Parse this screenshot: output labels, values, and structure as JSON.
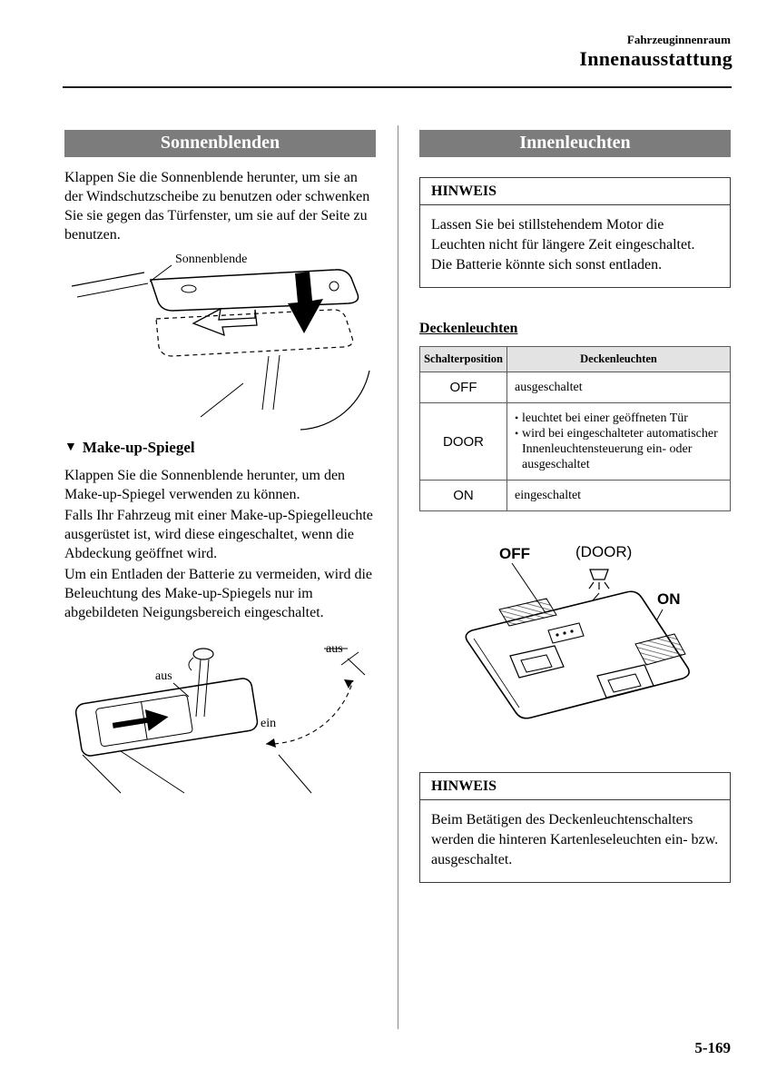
{
  "page": {
    "kicker": "Fahrzeuginnenraum",
    "title": "Innenausstattung",
    "page_number": "5-169"
  },
  "colors": {
    "section_bar_bg": "#7c7c7c",
    "table_header_bg": "#e3e3e3"
  },
  "left": {
    "section_title": "Sonnenblenden",
    "intro": "Klappen Sie die Sonnenblende herunter, um sie an der Windschutzscheibe zu benutzen oder schwenken Sie sie gegen das Türfenster, um sie auf der Seite zu benutzen.",
    "figure1_label": "Sonnenblende",
    "makeup": {
      "marker": "▼",
      "heading": "Make-up-Spiegel",
      "para1": "Klappen Sie die Sonnenblende herunter, um den Make-up-Spiegel verwenden zu können.",
      "para2": "Falls Ihr Fahrzeug mit einer Make-up-Spiegelleuchte ausgerüstet ist, wird diese eingeschaltet, wenn die Abdeckung geöffnet wird.",
      "para3": "Um ein Entladen der Batterie zu vermeiden, wird die Beleuchtung des Make-up-Spiegels nur im abgebildeten Neigungsbereich eingeschaltet."
    },
    "figure2_labels": {
      "aus_left": "aus",
      "aus_right": "aus",
      "ein": "ein"
    }
  },
  "right": {
    "section_title": "Innenleuchten",
    "note1": {
      "title": "HINWEIS",
      "body": "Lassen Sie bei stillstehendem Motor die Leuchten nicht für längere Zeit eingeschaltet. Die Batterie könnte sich sonst entladen."
    },
    "subheading": "Deckenleuchten",
    "table": {
      "col1": "Schalterposition",
      "col2": "Deckenleuchten",
      "rows": [
        {
          "position": "OFF",
          "items": [
            "ausgeschaltet"
          ]
        },
        {
          "position": "DOOR",
          "items": [
            "leuchtet bei einer geöffneten Tür",
            "wird bei eingeschalteter automatischer Innenleuchtensteuerung ein- oder ausgeschaltet"
          ]
        },
        {
          "position": "ON",
          "items": [
            "eingeschaltet"
          ]
        }
      ]
    },
    "figure_labels": {
      "off": "OFF",
      "door": "(DOOR)",
      "on": "ON"
    },
    "note2": {
      "title": "HINWEIS",
      "body": "Beim Betätigen des Deckenleuchtenschalters werden die hinteren Kartenleseleuchten ein- bzw. ausgeschaltet."
    }
  }
}
